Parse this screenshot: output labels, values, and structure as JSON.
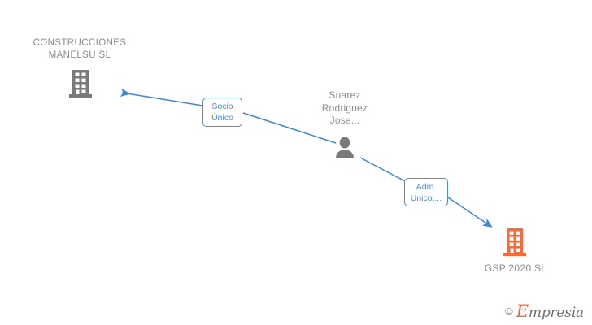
{
  "diagram": {
    "title": "Empresia corporate relationship graph",
    "background": "#ffffff",
    "colors": {
      "edge": "#3f86d8",
      "edge_label_text": "#4a8ddc",
      "edge_label_border": "#4a8ddc",
      "node_text": "#8c8c8c",
      "company_gray": "#7a7a7a",
      "company_orange": "#f96a3b",
      "person_gray": "#7a7a7a",
      "watermark_orange": "#f2672f",
      "watermark_gray": "#6e6e6e"
    }
  },
  "nodes": [
    {
      "id": "construcciones-manelsu",
      "type": "company",
      "icon": "building-icon",
      "label": "CONSTRUCCIONES\nMANELSU  SL",
      "color": "#7a7a7a",
      "label_position": "above"
    },
    {
      "id": "suarez-rodriguez-jose",
      "type": "person",
      "icon": "person-icon",
      "label": "Suarez\nRodriguez\nJose...",
      "color": "#7a7a7a",
      "label_position": "above"
    },
    {
      "id": "gsp-2020",
      "type": "company",
      "icon": "building-icon",
      "label": "GSP 2020  SL",
      "color": "#f96a3b",
      "label_position": "below"
    }
  ],
  "edges": [
    {
      "id": "edge-socio-unico",
      "from": "suarez-rodriguez-jose",
      "to": "construcciones-manelsu",
      "label": "Socio\nÚnico",
      "direction": "to-company",
      "arrow": true
    },
    {
      "id": "edge-adm-unico",
      "from": "suarez-rodriguez-jose",
      "to": "gsp-2020",
      "label": "Adm.\nUnico,...",
      "direction": "to-company",
      "arrow": true
    }
  ],
  "watermark": {
    "copyright": "©",
    "brand_initial": "E",
    "brand_rest": "mpresia"
  }
}
